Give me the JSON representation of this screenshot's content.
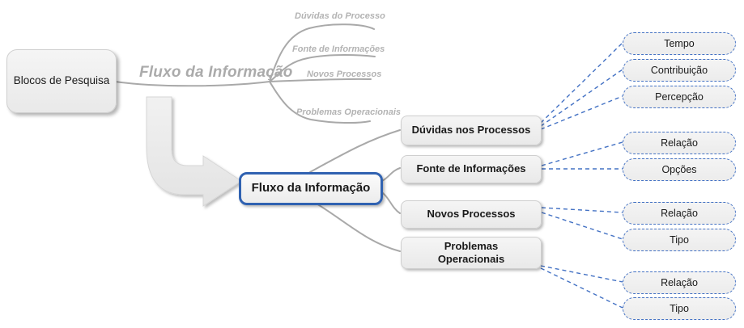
{
  "diagram": {
    "source_box_label": "Blocos de Pesquisa",
    "ghost_map": {
      "root_label": "Fluxo da Informação",
      "branches": [
        "Dúvidas do Processo",
        "Fonte de Informações",
        "Novos Processos",
        "Problemas Operacionais"
      ]
    },
    "main_map": {
      "root_label": "Fluxo da Informação",
      "topics": [
        {
          "label": "Dúvidas nos Processos",
          "children": [
            "Tempo",
            "Contribuição",
            "Percepção"
          ]
        },
        {
          "label": "Fonte de Informações",
          "children": [
            "Relação",
            "Opções"
          ]
        },
        {
          "label": "Novos Processos",
          "children": [
            "Relação",
            "Tipo"
          ]
        },
        {
          "label": "Problemas Operacionais",
          "children": [
            "Relação",
            "Tipo"
          ]
        }
      ]
    },
    "colors": {
      "branch_line": "#a9a9a9",
      "ghost_text": "#b3b3b3",
      "dashed_connector": "#4472c4",
      "central_border": "#3062b1",
      "node_fill_top": "#f5f5f5",
      "node_fill_bottom": "#e9e9e9",
      "text": "#1a1a1a"
    }
  }
}
